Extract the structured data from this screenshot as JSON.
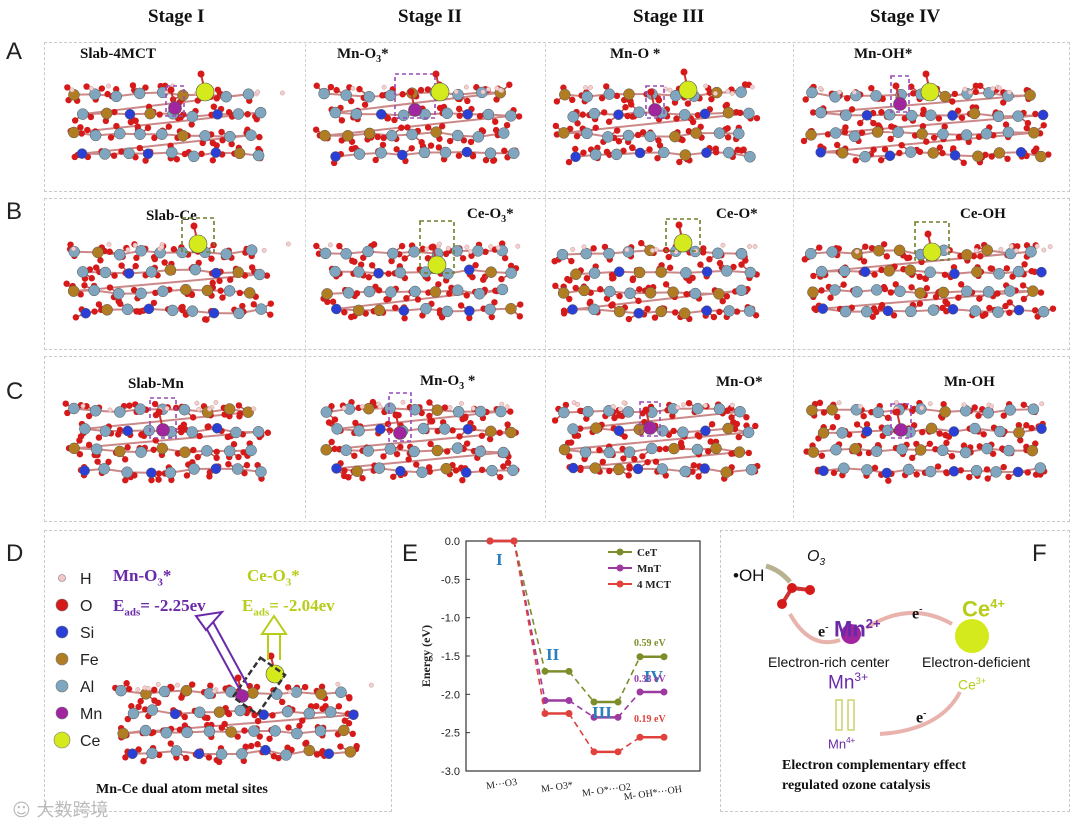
{
  "stages": [
    "Stage I",
    "Stage II",
    "Stage III",
    "Stage IV"
  ],
  "panel_letters": {
    "a": "A",
    "b": "B",
    "c": "C",
    "d": "D",
    "e": "E",
    "f": "F"
  },
  "row_a_labels": [
    "Slab-4MCT",
    "Mn-O",
    "*",
    "Mn-O *",
    "Mn-OH*"
  ],
  "row_b_labels": [
    "Slab-Ce",
    "Ce-O",
    "*",
    "Ce-O*",
    "Ce-OH"
  ],
  "row_c_labels": [
    "Slab-Mn",
    "Mn-O",
    " *",
    "Mn-O*",
    "Mn-OH"
  ],
  "panel_d": {
    "legend": [
      "H",
      "O",
      "Si",
      "Fe",
      "Al",
      "Mn",
      "Ce"
    ],
    "legend_colors": [
      "#f2c8c8",
      "#d61a1a",
      "#2a3fd6",
      "#b07d22",
      "#7fa5bf",
      "#a0259e",
      "#d4ea1c"
    ],
    "mn_title": "Mn-O3*",
    "mn_eads": "Eads= -2.25ev",
    "ce_title": "Ce-O3*",
    "ce_eads": "Eads= -2.04ev",
    "caption": "Mn-Ce dual atom metal sites"
  },
  "panel_f": {
    "oh": "•OH",
    "o3": "O",
    "mn2": "Mn2+",
    "ce4": "Ce4+",
    "e": "e-",
    "rich": "Electron-rich center",
    "deficient": "Electron-deficient",
    "mn3": "Mn3+",
    "ce3": "Ce3+",
    "mn4": "Mn4+",
    "caption1": "Electron complementary effect",
    "caption2": "regulated ozone catalysis"
  },
  "chart_data": {
    "type": "line",
    "ylabel": "Energy (eV)",
    "ylim": [
      -3.0,
      0.0
    ],
    "yticks": [
      "0.0",
      "-0.5",
      "-1.0",
      "-1.5",
      "-2.0",
      "-2.5",
      "-3.0"
    ],
    "x": [
      "M···O3",
      "M- O3*",
      "M- O*···O2",
      "M- OH*···OH"
    ],
    "stage_labels": [
      "I",
      "II",
      "III",
      "IV"
    ],
    "series": [
      {
        "name": "CeT",
        "color": "#7f8c2a",
        "values": [
          0.0,
          -1.7,
          -2.1,
          -1.51
        ]
      },
      {
        "name": "MnT",
        "color": "#9c3aa0",
        "values": [
          0.0,
          -2.08,
          -2.3,
          -1.97
        ]
      },
      {
        "name": "4 MCT",
        "color": "#e0413c",
        "values": [
          0.0,
          -2.25,
          -2.75,
          -2.56
        ]
      }
    ],
    "annotations": [
      "0.59 eV",
      "0.33 eV",
      "0.19 eV"
    ]
  }
}
